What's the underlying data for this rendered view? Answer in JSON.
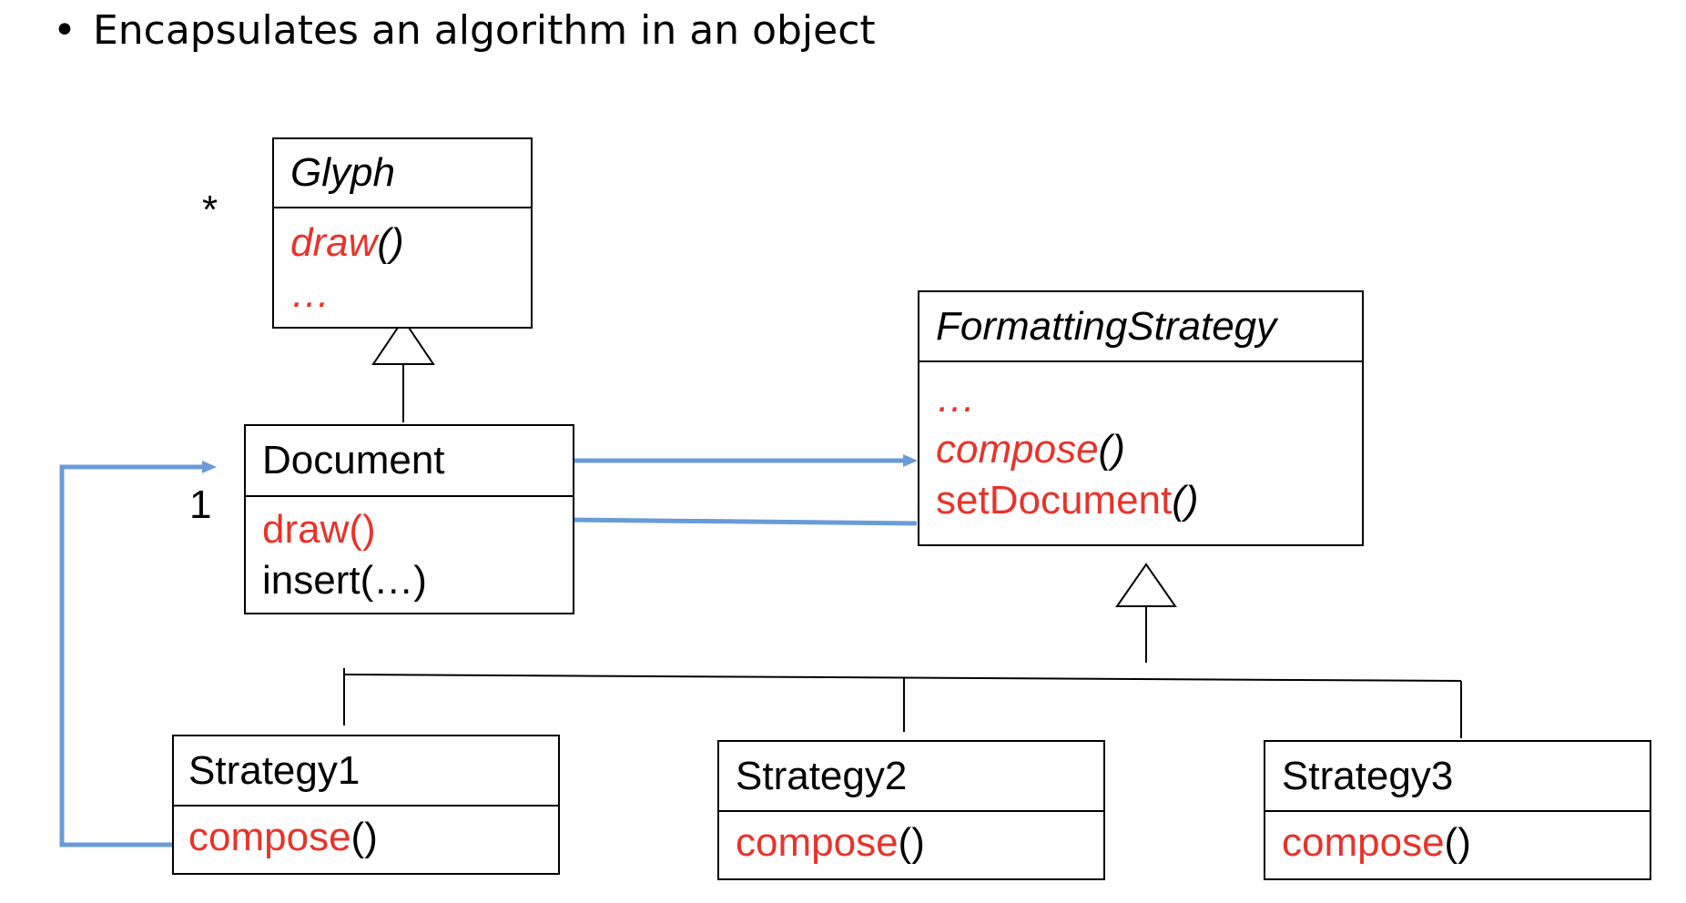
{
  "bullet": {
    "marker": "•",
    "text": "Encapsulates an algorithm in an object"
  },
  "colors": {
    "method": "#e8332a",
    "arrow": "#6a9bd8",
    "line": "#000000"
  },
  "glyph": {
    "name": "Glyph",
    "op1_name": "draw",
    "op1_parens": "()",
    "op2": "…"
  },
  "document": {
    "name": "Document",
    "op1": "draw()",
    "op2": "insert(…)"
  },
  "strategy": {
    "name": "FormattingStrategy",
    "op1": "…",
    "op2_name": "compose",
    "op2_parens": "()",
    "op3_name": "setDocument",
    "op3_parens": "()"
  },
  "strategy1": {
    "name": "Strategy1",
    "op_name": "compose",
    "op_parens": "()"
  },
  "strategy2": {
    "name": "Strategy2",
    "op_name": "compose",
    "op_parens": "()"
  },
  "strategy3": {
    "name": "Strategy3",
    "op_name": "compose",
    "op_parens": "()"
  },
  "multiplicity": {
    "many": "*",
    "one": "1"
  }
}
